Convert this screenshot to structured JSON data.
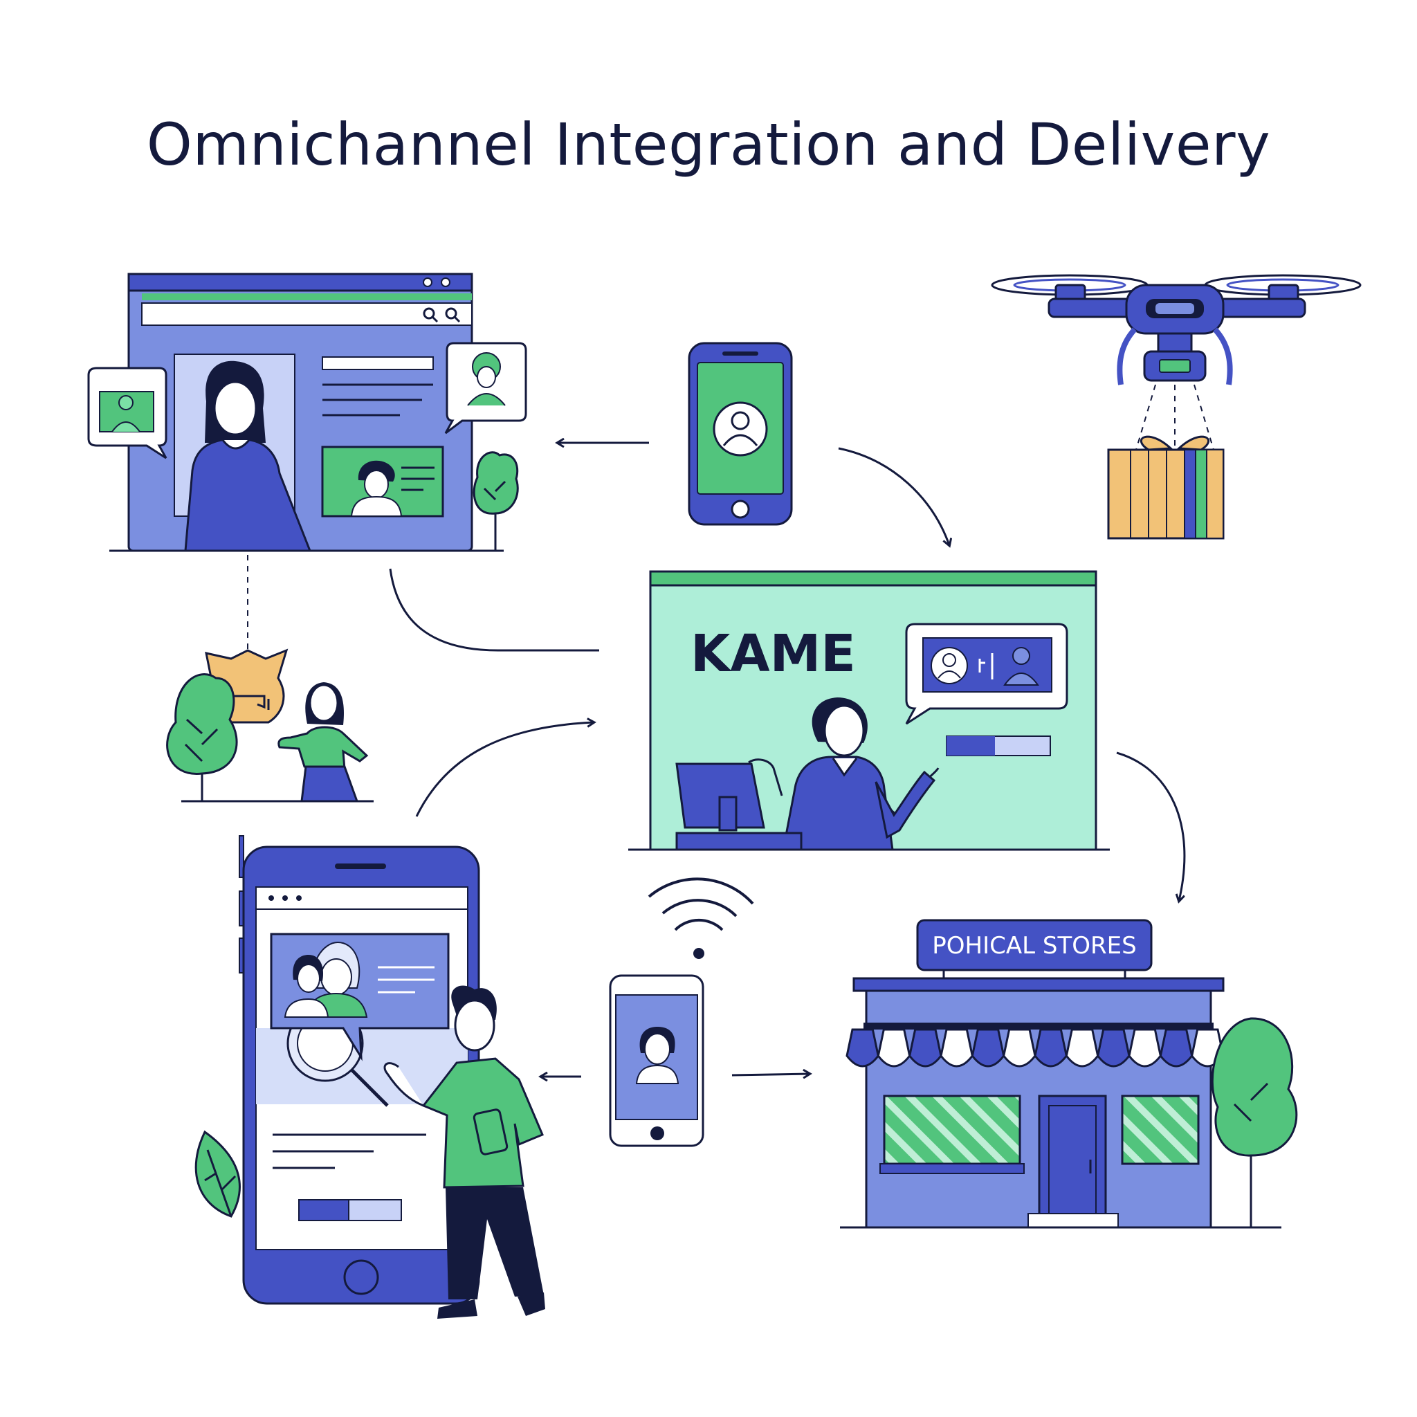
{
  "title": "Omnichannel Integration and Delivery",
  "channels": {
    "web_store": {
      "icon": "browser-window-icon"
    },
    "mobile_app": {
      "icon": "smartphone-icon"
    },
    "drone_delivery": {
      "icon": "drone-icon"
    },
    "kiosk": {
      "label": "KAME",
      "icon": "storefront-screen-icon"
    },
    "pickup": {
      "icon": "parcel-icon"
    },
    "mobile_shopping": {
      "icon": "large-phone-icon"
    },
    "wireless_phone": {
      "icon": "wifi-icon"
    },
    "physical_store": {
      "label": "POHICAL STORES",
      "icon": "store-icon"
    }
  },
  "colors": {
    "navy": "#141a3d",
    "blue": "#4452c4",
    "light_blue": "#7b8fe0",
    "green": "#52c47d",
    "mint": "#aeeed8",
    "orange": "#f2c277",
    "pale": "#e3e9fb"
  }
}
